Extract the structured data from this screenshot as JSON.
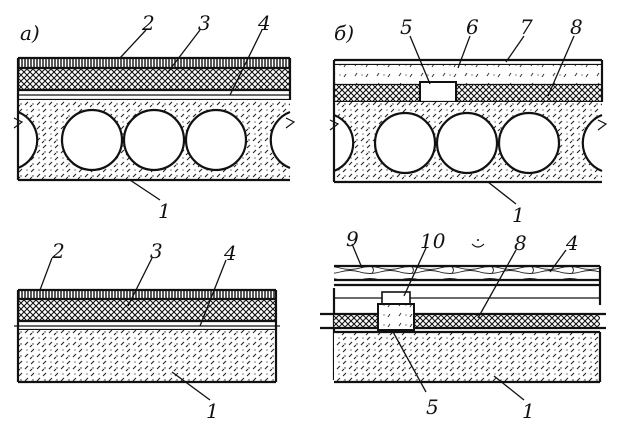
{
  "panels": [
    {
      "id": "a",
      "label": "а)"
    },
    {
      "id": "b",
      "label": "б)"
    }
  ],
  "callouts": {
    "top_left": [
      "2",
      "3",
      "4",
      "1"
    ],
    "top_right": [
      "5",
      "6",
      "7",
      "8",
      "1"
    ],
    "bottom_left": [
      "2",
      "3",
      "4",
      "1"
    ],
    "bottom_right": [
      "9",
      "10",
      "8",
      "4",
      "5",
      "1"
    ]
  }
}
